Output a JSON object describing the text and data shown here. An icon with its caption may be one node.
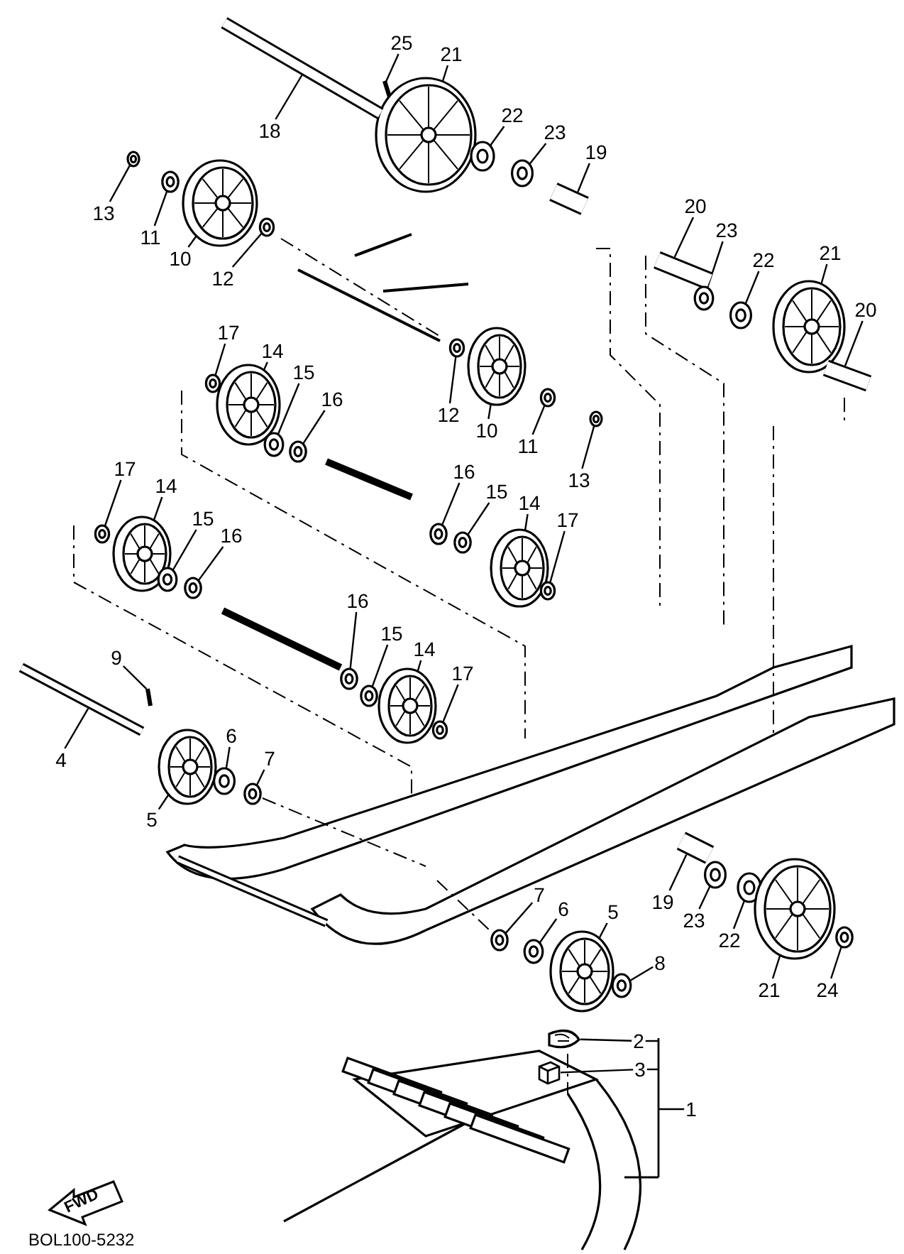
{
  "diagram": {
    "nodes": [
      {
        "text": [
          "25"
        ]
      },
      {
        "text": [
          "21"
        ]
      },
      {
        "text": [
          "18"
        ]
      },
      {
        "text": [
          "22"
        ]
      },
      {
        "text": [
          "23"
        ]
      },
      {
        "text": [
          "19"
        ]
      },
      {
        "text": [
          "13"
        ]
      },
      {
        "text": [
          "11"
        ]
      },
      {
        "text": [
          "10"
        ]
      },
      {
        "text": [
          "12"
        ]
      },
      {
        "text": [
          "20"
        ]
      },
      {
        "text": [
          "23"
        ]
      },
      {
        "text": [
          "22"
        ]
      },
      {
        "text": [
          "21"
        ]
      },
      {
        "text": [
          "20"
        ]
      },
      {
        "text": [
          "17"
        ]
      },
      {
        "text": [
          "14"
        ]
      },
      {
        "text": [
          "15"
        ]
      },
      {
        "text": [
          "16"
        ]
      },
      {
        "text": [
          "12"
        ]
      },
      {
        "text": [
          "10"
        ]
      },
      {
        "text": [
          "11"
        ]
      },
      {
        "text": [
          "13"
        ]
      },
      {
        "text": [
          "16"
        ]
      },
      {
        "text": [
          "15"
        ]
      },
      {
        "text": [
          "14"
        ]
      },
      {
        "text": [
          "17"
        ]
      },
      {
        "text": [
          "17"
        ]
      },
      {
        "text": [
          "14"
        ]
      },
      {
        "text": [
          "15"
        ]
      },
      {
        "text": [
          "16"
        ]
      },
      {
        "text": [
          "16"
        ]
      },
      {
        "text": [
          "15"
        ]
      },
      {
        "text": [
          "14"
        ]
      },
      {
        "text": [
          "17"
        ]
      },
      {
        "text": [
          "9"
        ]
      },
      {
        "text": [
          "4"
        ]
      },
      {
        "text": [
          "6"
        ]
      },
      {
        "text": [
          "7"
        ]
      },
      {
        "text": [
          "5"
        ]
      },
      {
        "text": [
          "7"
        ]
      },
      {
        "text": [
          "6"
        ]
      },
      {
        "text": [
          "5"
        ]
      },
      {
        "text": [
          "8"
        ]
      },
      {
        "text": [
          "19"
        ]
      },
      {
        "text": [
          "23"
        ]
      },
      {
        "text": [
          "22"
        ]
      },
      {
        "text": [
          "21"
        ]
      },
      {
        "text": [
          "24"
        ]
      },
      {
        "text": [
          "2"
        ]
      },
      {
        "text": [
          "3"
        ]
      },
      {
        "text": [
          "1"
        ]
      },
      {
        "text": [],
        "shape": "bracket"
      },
      {
        "text": [],
        "shape": "picture"
      },
      {
        "text": [],
        "shape": "picture"
      },
      {
        "text": [],
        "shape": "picture"
      },
      {
        "text": [],
        "shape": "picture"
      },
      {
        "text": [],
        "shape": "picture"
      },
      {
        "text": [],
        "shape": "picture"
      },
      {
        "text": [],
        "shape": "picture"
      },
      {
        "text": [],
        "shape": "picture"
      },
      {
        "text": [],
        "shape": "picture"
      },
      {
        "text": [],
        "shape": "picture"
      },
      {
        "text": [],
        "shape": "picture"
      },
      {
        "text": [],
        "shape": "picture"
      },
      {
        "text": [],
        "shape": "picture"
      },
      {
        "text": [],
        "shape": "picture"
      },
      {
        "text": [],
        "shape": "picture"
      },
      {
        "text": [],
        "shape": "picture"
      },
      {
        "text": [],
        "shape": "picture"
      },
      {
        "text": [],
        "shape": "picture"
      },
      {
        "text": [],
        "shape": "picture"
      },
      {
        "text": [],
        "shape": "picture"
      },
      {
        "text": [],
        "shape": "picture"
      },
      {
        "text": [],
        "shape": "picture"
      },
      {
        "text": [],
        "shape": "picture"
      },
      {
        "text": [],
        "shape": "picture"
      },
      {
        "text": [],
        "shape": "picture"
      },
      {
        "text": [],
        "shape": "picture"
      },
      {
        "text": [],
        "shape": "picture"
      },
      {
        "text": [],
        "shape": "picture"
      },
      {
        "text": [],
        "shape": "picture"
      },
      {
        "text": [],
        "shape": "picture"
      },
      {
        "text": [],
        "shape": "picture"
      },
      {
        "text": [],
        "shape": "picture"
      },
      {
        "text": [],
        "shape": "picture"
      },
      {
        "text": [],
        "shape": "picture"
      },
      {
        "text": [],
        "shape": "picture"
      },
      {
        "text": [],
        "shape": "picture"
      },
      {
        "text": [],
        "shape": "picture"
      },
      {
        "text": [],
        "shape": "picture"
      },
      {
        "text": [],
        "shape": "picture"
      },
      {
        "text": [],
        "shape": "picture"
      },
      {
        "text": [],
        "shape": "picture"
      },
      {
        "text": [],
        "shape": "picture"
      },
      {
        "text": [],
        "shape": "picture"
      },
      {
        "text": [],
        "shape": "picture"
      },
      {
        "text": [],
        "shape": "picture"
      },
      {
        "text": [],
        "shape": "picture"
      },
      {
        "text": [],
        "shape": "picture"
      },
      {
        "text": [],
        "shape": "picture"
      },
      {
        "text": [],
        "shape": "picture"
      },
      {
        "text": [],
        "shape": "picture"
      },
      {
        "text": [],
        "shape": "picture"
      }
    ],
    "edges": [
      {
        "from": 0,
        "to": 53,
        "arrow": "none"
      },
      {
        "from": 1,
        "to": 54,
        "arrow": "none"
      },
      {
        "from": 2,
        "to": 55,
        "arrow": "none"
      },
      {
        "from": 3,
        "to": 56,
        "arrow": "none"
      },
      {
        "from": 4,
        "to": 57,
        "arrow": "none"
      },
      {
        "from": 5,
        "to": 58,
        "arrow": "none"
      },
      {
        "from": 6,
        "to": 59,
        "arrow": "none"
      },
      {
        "from": 7,
        "to": 60,
        "arrow": "none"
      },
      {
        "from": 8,
        "to": 61,
        "arrow": "none"
      },
      {
        "from": 9,
        "to": 62,
        "arrow": "none"
      },
      {
        "from": 10,
        "to": 63,
        "arrow": "none"
      },
      {
        "from": 11,
        "to": 64,
        "arrow": "none"
      },
      {
        "from": 12,
        "to": 65,
        "arrow": "none"
      },
      {
        "from": 13,
        "to": 66,
        "arrow": "none"
      },
      {
        "from": 14,
        "to": 67,
        "arrow": "none"
      },
      {
        "from": 15,
        "to": 68,
        "arrow": "none"
      },
      {
        "from": 16,
        "to": 69,
        "arrow": "none"
      },
      {
        "from": 17,
        "to": 70,
        "arrow": "none"
      },
      {
        "from": 18,
        "to": 71,
        "arrow": "none"
      },
      {
        "from": 19,
        "to": 72,
        "arrow": "none"
      },
      {
        "from": 20,
        "to": 73,
        "arrow": "none"
      },
      {
        "from": 21,
        "to": 74,
        "arrow": "none"
      },
      {
        "from": 22,
        "to": 75,
        "arrow": "none"
      },
      {
        "from": 23,
        "to": 76,
        "arrow": "none"
      },
      {
        "from": 24,
        "to": 77,
        "arrow": "none"
      },
      {
        "from": 25,
        "to": 78,
        "arrow": "none"
      },
      {
        "from": 26,
        "to": 79,
        "arrow": "none"
      },
      {
        "from": 27,
        "to": 80,
        "arrow": "none"
      },
      {
        "from": 28,
        "to": 81,
        "arrow": "none"
      },
      {
        "from": 29,
        "to": 82,
        "arrow": "none"
      },
      {
        "from": 30,
        "to": 83,
        "arrow": "none"
      },
      {
        "from": 31,
        "to": 84,
        "arrow": "none"
      },
      {
        "from": 32,
        "to": 85,
        "arrow": "none"
      },
      {
        "from": 33,
        "to": 86,
        "arrow": "none"
      },
      {
        "from": 34,
        "to": 87,
        "arrow": "none"
      },
      {
        "from": 35,
        "to": 88,
        "arrow": "none"
      },
      {
        "from": 36,
        "to": 89,
        "arrow": "none"
      },
      {
        "from": 37,
        "to": 90,
        "arrow": "none"
      },
      {
        "from": 38,
        "to": 91,
        "arrow": "none"
      },
      {
        "from": 39,
        "to": 92,
        "arrow": "none"
      },
      {
        "from": 40,
        "to": 93,
        "arrow": "none"
      },
      {
        "from": 41,
        "to": 94,
        "arrow": "none"
      },
      {
        "from": 42,
        "to": 95,
        "arrow": "none"
      },
      {
        "from": 43,
        "to": 96,
        "arrow": "none"
      },
      {
        "from": 44,
        "to": 97,
        "arrow": "none"
      },
      {
        "from": 45,
        "to": 98,
        "arrow": "none"
      },
      {
        "from": 46,
        "to": 99,
        "arrow": "none"
      },
      {
        "from": 47,
        "to": 100,
        "arrow": "none"
      },
      {
        "from": 48,
        "to": 101,
        "arrow": "none"
      },
      {
        "from": 49,
        "to": 102,
        "arrow": "none"
      },
      {
        "from": 50,
        "to": 103,
        "arrow": "none"
      },
      {
        "from": 51,
        "to": 52,
        "arrow": "none"
      },
      {
        "from": 49,
        "to": 52,
        "arrow": "none"
      },
      {
        "from": 50,
        "to": 52,
        "arrow": "none"
      }
    ],
    "labels": [
      "FWD",
      "BOL100-5232"
    ]
  }
}
